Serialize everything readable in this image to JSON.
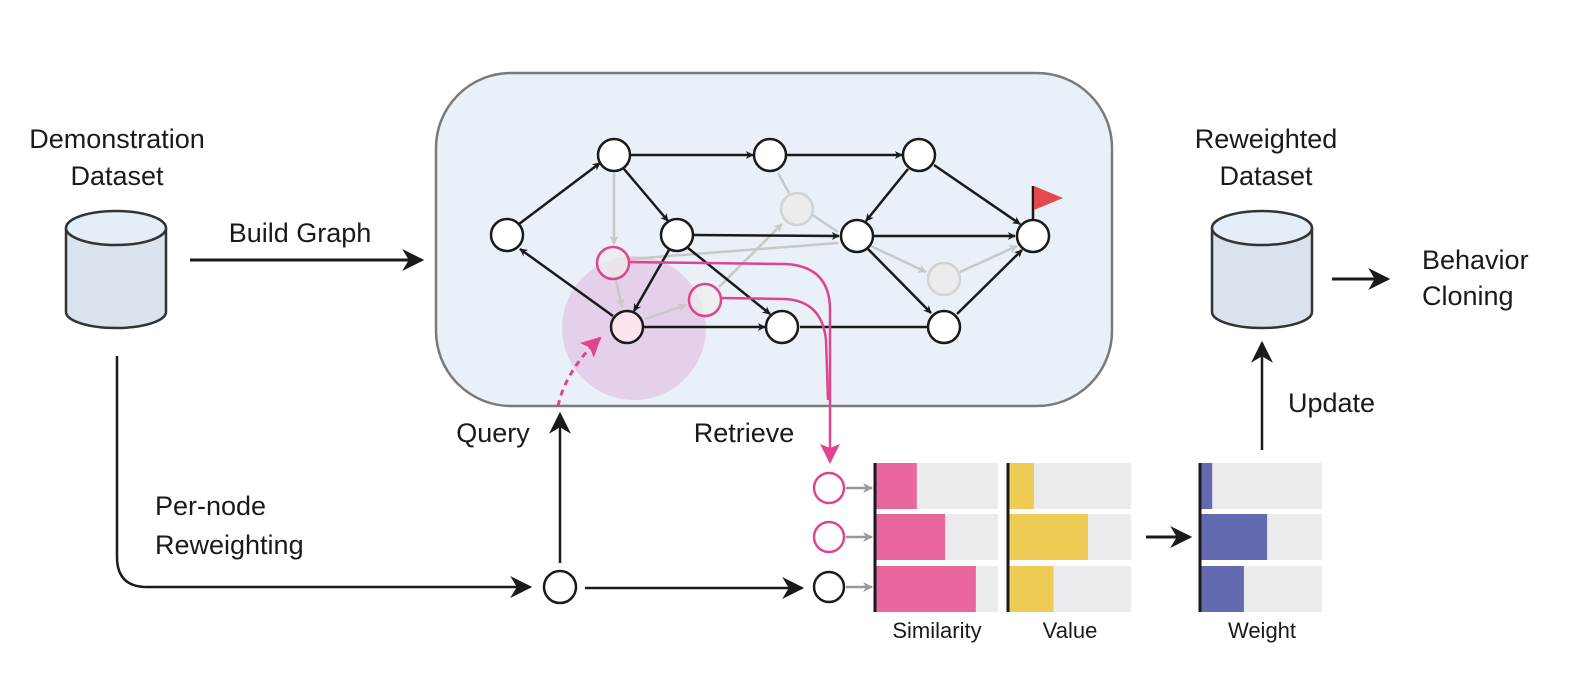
{
  "labels": {
    "demo_dataset_line1": "Demonstration",
    "demo_dataset_line2": "Dataset",
    "build_graph": "Build Graph",
    "reweighted_line1": "Reweighted",
    "reweighted_line2": "Dataset",
    "behavior_line1": "Behavior",
    "behavior_line2": "Cloning",
    "update": "Update",
    "query": "Query",
    "retrieve": "Retrieve",
    "per_node_line1": "Per-node",
    "per_node_line2": "Reweighting"
  },
  "colors": {
    "graph_panel_fill": "#e9f0f8",
    "graph_panel_stroke": "#7a7a7a",
    "node_stroke": "#1a1a1a",
    "faded": "#c8c8c8",
    "retrieved": "#e0448f",
    "query_halo": "#e2c6e4",
    "query_node": "#fbe4f0",
    "goal_flag": "#e5484d",
    "db_fill": "#d8e3ee",
    "db_top": "#e4eef8",
    "similarity": "#e8679c",
    "value": "#edcb55",
    "weight": "#646ab0",
    "bar_track": "#ebebed"
  },
  "graph": {
    "nodes": [
      {
        "id": "n1",
        "kind": "normal"
      },
      {
        "id": "n2",
        "kind": "normal"
      },
      {
        "id": "n3",
        "kind": "normal"
      },
      {
        "id": "n4",
        "kind": "normal"
      },
      {
        "id": "n5",
        "kind": "normal"
      },
      {
        "id": "n6",
        "kind": "normal"
      },
      {
        "id": "n7",
        "kind": "goal"
      },
      {
        "id": "n8",
        "kind": "query"
      },
      {
        "id": "n9",
        "kind": "normal"
      },
      {
        "id": "n10",
        "kind": "normal"
      },
      {
        "id": "r1",
        "kind": "retrieved"
      },
      {
        "id": "r2",
        "kind": "retrieved"
      },
      {
        "id": "f1",
        "kind": "faded"
      },
      {
        "id": "f2",
        "kind": "faded"
      }
    ],
    "edges": [
      {
        "from": "n1",
        "to": "n2",
        "style": "solid"
      },
      {
        "from": "n8",
        "to": "n1",
        "style": "solid"
      },
      {
        "from": "n2",
        "to": "n3",
        "style": "solid"
      },
      {
        "from": "n3",
        "to": "n4",
        "style": "solid"
      },
      {
        "from": "n2",
        "to": "n5",
        "style": "solid"
      },
      {
        "from": "n5",
        "to": "n6",
        "style": "solid"
      },
      {
        "from": "n4",
        "to": "n6",
        "style": "solid"
      },
      {
        "from": "n4",
        "to": "n7",
        "style": "solid"
      },
      {
        "from": "n6",
        "to": "n7",
        "style": "solid"
      },
      {
        "from": "n5",
        "to": "n8",
        "style": "solid"
      },
      {
        "from": "n5",
        "to": "n9",
        "style": "solid"
      },
      {
        "from": "n8",
        "to": "n9",
        "style": "solid"
      },
      {
        "from": "n9",
        "to": "n10",
        "style": "line"
      },
      {
        "from": "n6",
        "to": "n10",
        "style": "solid"
      },
      {
        "from": "n10",
        "to": "n7",
        "style": "solid"
      },
      {
        "from": "n2",
        "to": "r1",
        "style": "faded"
      },
      {
        "from": "r1",
        "to": "n8",
        "style": "faded"
      },
      {
        "from": "n8",
        "to": "r2",
        "style": "faded"
      },
      {
        "from": "r2",
        "to": "f1",
        "style": "faded"
      },
      {
        "from": "n3",
        "to": "f1",
        "style": "faded-line"
      },
      {
        "from": "f1",
        "to": "n6",
        "style": "faded-line"
      },
      {
        "from": "r1",
        "to": "n6",
        "style": "faded-line"
      },
      {
        "from": "n6",
        "to": "f2",
        "style": "faded"
      },
      {
        "from": "f2",
        "to": "n7",
        "style": "faded"
      }
    ]
  },
  "chart_data": [
    {
      "type": "bar",
      "title": "Similarity",
      "categories": [
        "retrieved-1",
        "retrieved-2",
        "query"
      ],
      "values": [
        0.34,
        0.57,
        0.82
      ],
      "xlim": [
        0,
        1
      ],
      "orientation": "horizontal",
      "color": "#e8679c"
    },
    {
      "type": "bar",
      "title": "Value",
      "categories": [
        "retrieved-1",
        "retrieved-2",
        "query"
      ],
      "values": [
        0.21,
        0.65,
        0.37
      ],
      "xlim": [
        0,
        1
      ],
      "orientation": "horizontal",
      "color": "#edcb55"
    },
    {
      "type": "bar",
      "title": "Weight",
      "categories": [
        "retrieved-1",
        "retrieved-2",
        "query"
      ],
      "values": [
        0.1,
        0.55,
        0.36
      ],
      "xlim": [
        0,
        1
      ],
      "orientation": "horizontal",
      "color": "#646ab0"
    }
  ]
}
